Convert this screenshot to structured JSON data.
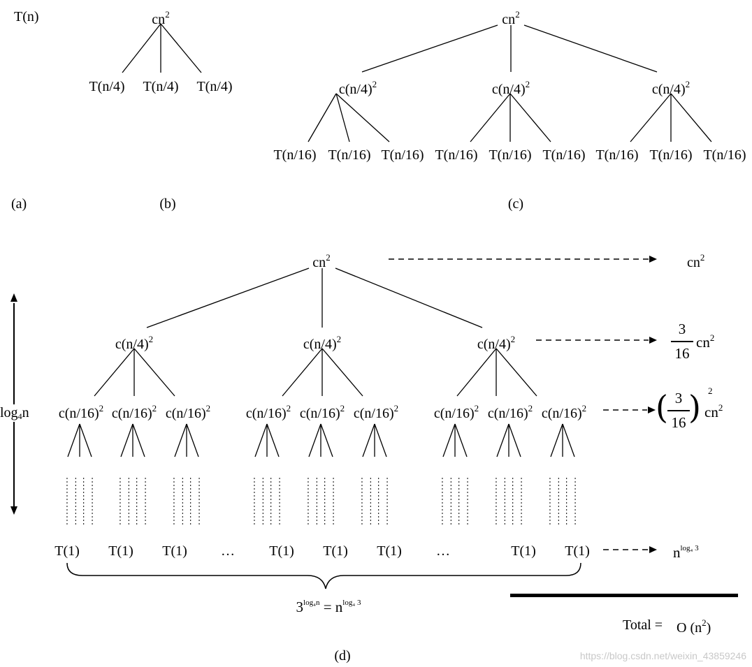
{
  "panels": {
    "a": {
      "root": "T(n)",
      "caption": "(a)"
    },
    "b": {
      "root_base": "cn",
      "root_exp": "2",
      "child": "T(n/4)",
      "caption": "(b)"
    },
    "c": {
      "root_base": "cn",
      "root_exp": "2",
      "mid_base": "c(n/4)",
      "mid_exp": "2",
      "leaf": "T(n/16)",
      "caption": "(c)"
    },
    "d": {
      "root_base": "cn",
      "root_exp": "2",
      "mid_base": "c(n/4)",
      "mid_exp": "2",
      "low_base": "c(n/16)",
      "low_exp": "2",
      "leaf": "T(1)",
      "ellipsis": "…",
      "height_label_main": "log",
      "height_label_sub": "4",
      "height_label_tail": "n",
      "brace_eq_base": "3",
      "brace_eq_base_exp": "log₄n",
      "brace_eq_mid": " = n",
      "brace_eq_rhs_exp": "log₄ 3",
      "caption": "(d)"
    }
  },
  "level_costs": {
    "level0_base": "cn",
    "level0_exp": "2",
    "level1_num": "3",
    "level1_den": "16",
    "level1_tail": "cn",
    "level1_exp": "2",
    "level2_num": "3",
    "level2_den": "16",
    "level2_outer_exp": "2",
    "level2_tail": "cn",
    "level2_exp": "2",
    "leaf_base": "n",
    "leaf_exp": "log₄ 3",
    "total_label": "Total =",
    "total_value_pre": "O (n",
    "total_value_exp": "2",
    "total_value_post": ")"
  },
  "watermark": "https://blog.csdn.net/weixin_43859246"
}
